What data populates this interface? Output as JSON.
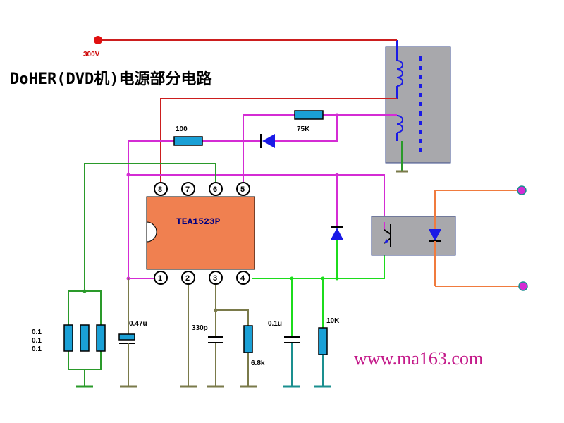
{
  "title": "DoHER(DVD机)电源部分电路",
  "website": "www.ma163.com",
  "chip_label": "TEA1523P",
  "supply_label": "300V",
  "pins_top": [
    "8",
    "7",
    "6",
    "5"
  ],
  "pins_bottom": [
    "1",
    "2",
    "3",
    "4"
  ],
  "components": {
    "r_100": "100",
    "r_75k": "75K",
    "r_sense_1": "0.1",
    "r_sense_2": "0.1",
    "r_sense_3": "0.1",
    "c_047": "0.47u",
    "c_330p": "330p",
    "r_68k": "6.8k",
    "c_01u": "0.1u",
    "r_10k": "10K"
  },
  "colors": {
    "red": "#cc1e1e",
    "magenta": "#d42cd4",
    "green": "#2a9a2a",
    "lime": "#1cdc1c",
    "olive": "#7a7a4a",
    "teal": "#1a8f8f",
    "orange": "#f07b3e",
    "chip": "#f08050",
    "transformer": "#a8a8ac",
    "blue": "#1a1ae6",
    "resistor": "#1aa0d6"
  }
}
